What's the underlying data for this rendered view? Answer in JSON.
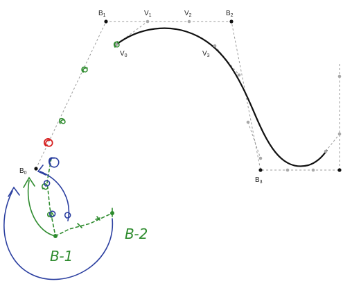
{
  "labels": {
    "B1": {
      "main": "B",
      "sub": "1"
    },
    "V1": {
      "main": "V",
      "sub": "1"
    },
    "V2": {
      "main": "V",
      "sub": "2"
    },
    "B2": {
      "main": "B",
      "sub": "2"
    },
    "V0": {
      "main": "V",
      "sub": "0"
    },
    "V3": {
      "main": "V",
      "sub": "3"
    },
    "B0": {
      "main": "B",
      "sub": "0"
    },
    "B3": {
      "main": "B",
      "sub": "3"
    }
  },
  "handwriting": {
    "b_minus_1": "B-1",
    "b_minus_2": "B-2"
  },
  "colors": {
    "curve": "#111111",
    "control_polygon": "#9a9a9a",
    "control_point": "#111111",
    "subdivision_point": "#a8a8a8",
    "annotation_green": "#2e8b2e",
    "annotation_blue": "#2b3fa0",
    "annotation_red": "#d62020"
  }
}
